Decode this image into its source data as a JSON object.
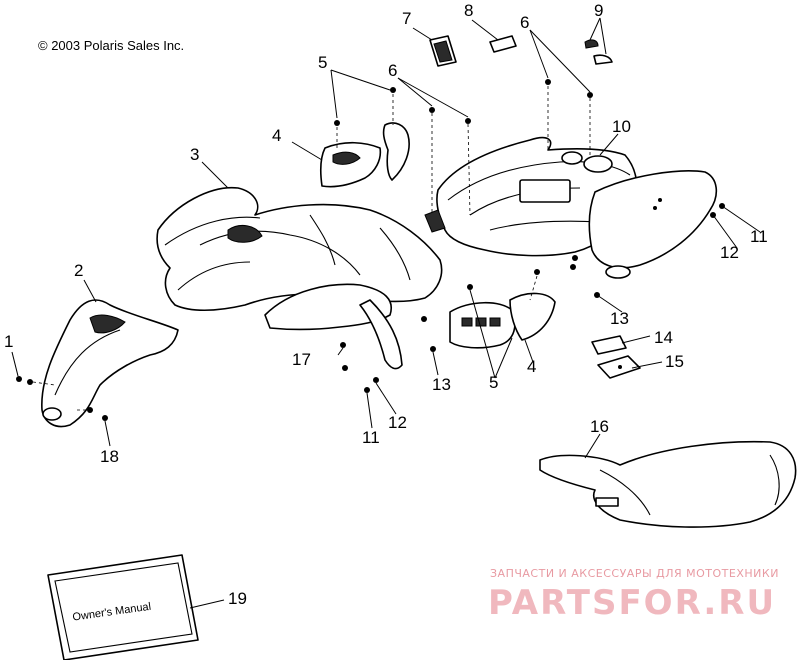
{
  "copyright": "© 2003 Polaris Sales Inc.",
  "callouts": [
    {
      "id": "1",
      "label": "1"
    },
    {
      "id": "2",
      "label": "2"
    },
    {
      "id": "3",
      "label": "3"
    },
    {
      "id": "4a",
      "label": "4"
    },
    {
      "id": "4b",
      "label": "4"
    },
    {
      "id": "5a",
      "label": "5"
    },
    {
      "id": "5b",
      "label": "5"
    },
    {
      "id": "6a",
      "label": "6"
    },
    {
      "id": "6b",
      "label": "6"
    },
    {
      "id": "7",
      "label": "7"
    },
    {
      "id": "8",
      "label": "8"
    },
    {
      "id": "9",
      "label": "9"
    },
    {
      "id": "10",
      "label": "10"
    },
    {
      "id": "11a",
      "label": "11"
    },
    {
      "id": "11b",
      "label": "11"
    },
    {
      "id": "12a",
      "label": "12"
    },
    {
      "id": "12b",
      "label": "12"
    },
    {
      "id": "13a",
      "label": "13"
    },
    {
      "id": "13b",
      "label": "13"
    },
    {
      "id": "14",
      "label": "14"
    },
    {
      "id": "15",
      "label": "15"
    },
    {
      "id": "16",
      "label": "16"
    },
    {
      "id": "17",
      "label": "17"
    },
    {
      "id": "18",
      "label": "18"
    },
    {
      "id": "19",
      "label": "19"
    }
  ],
  "manual": {
    "title": "Owner's Manual"
  },
  "watermark": {
    "tagline": "ЗАПЧАСТИ И АКСЕССУАРЫ ДЛЯ МОТОТЕХНИКИ",
    "brand": "PARTSFOR.RU",
    "color": "#f0b8be"
  }
}
